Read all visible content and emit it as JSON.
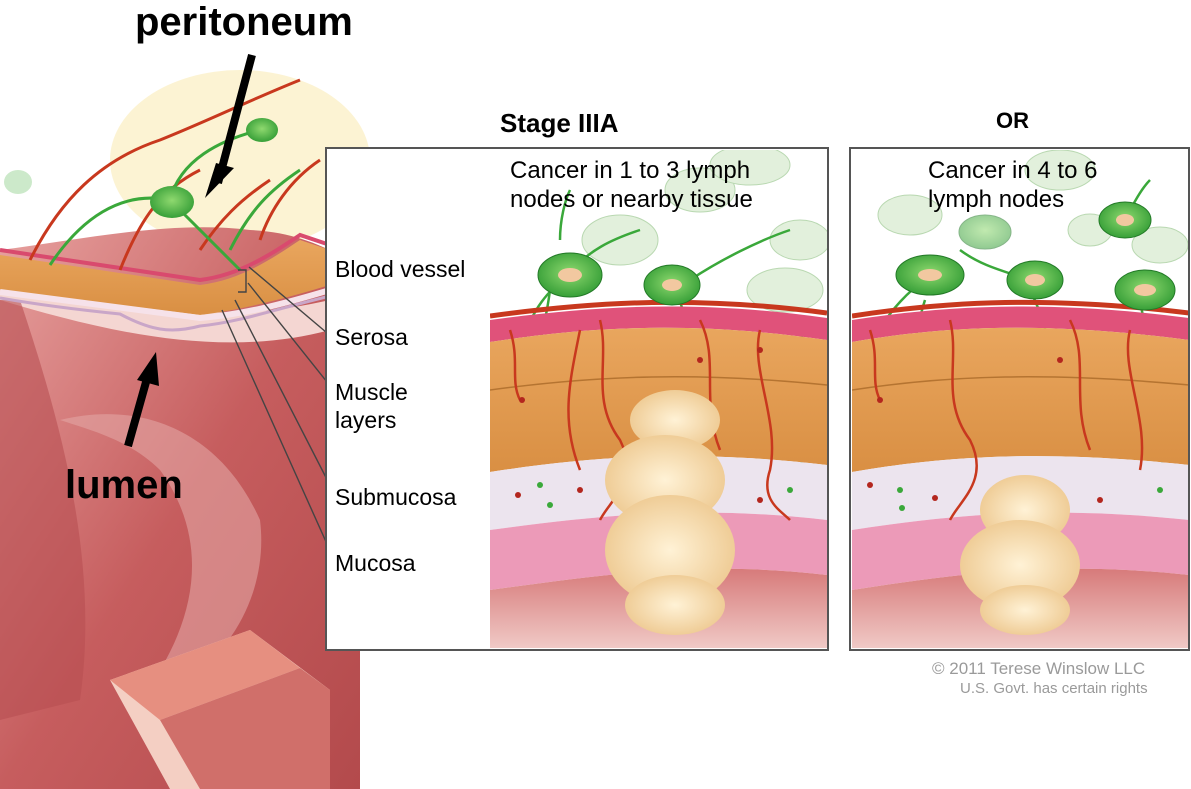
{
  "annotations": {
    "peritoneum": "peritoneum",
    "lumen": "lumen"
  },
  "panel_left": {
    "heading": "Stage IIIA",
    "caption_line1": "Cancer in 1 to 3 lymph",
    "caption_line2": "nodes or nearby tissue"
  },
  "panel_right": {
    "heading": "OR",
    "caption_line1": "Cancer in 4 to 6",
    "caption_line2": "lymph nodes"
  },
  "layers": {
    "blood_vessel": "Blood vessel",
    "serosa": "Serosa",
    "muscle_line1": "Muscle",
    "muscle_line2": "layers",
    "submucosa": "Submucosa",
    "mucosa": "Mucosa"
  },
  "credit": {
    "line1": "© 2011 Terese Winslow LLC",
    "line2": "U.S. Govt. has certain rights"
  },
  "colors": {
    "lymph_node": "#3aa83a",
    "blood_vessel": "#c8381e",
    "serosa": "#e0527a",
    "muscle": "#e3a155",
    "submucosa": "#ece4ee",
    "mucosa": "#ec9ab8",
    "tumor": "#f6d9a6",
    "colon_wall": "#c55a5a"
  }
}
